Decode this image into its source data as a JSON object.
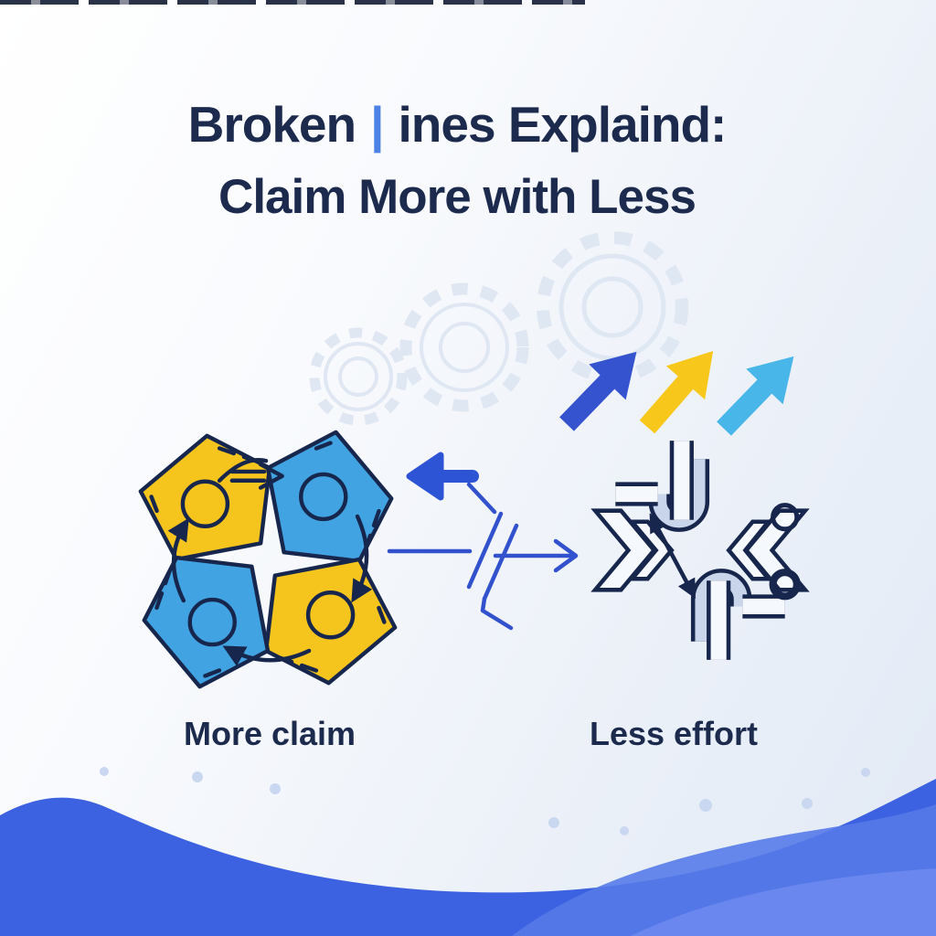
{
  "title": {
    "part1": "Broken",
    "separator": "|",
    "part2": "ines Explaind:",
    "line2": "Claim More with Less"
  },
  "labels": {
    "left": "More claim",
    "right": "Less effort"
  },
  "icons": {
    "pentagon-cycle-icon": "four interlocking yellow/blue pentagons with circular flow arrows",
    "break-line-icon": "technical broken-line symbol with right arrow",
    "back-arrow-icon": "thick blue arrow pointing left",
    "growth-arrows-icon": "three ascending arrows (blue, yellow, light blue)",
    "compress-icon": "inward chevrons with hooked bars meaning less effort",
    "gear-icon": "faint background gear outline",
    "wave-footer": "blue wave shape at bottom",
    "scatter-dots": "small light blue dots above the wave"
  },
  "colors": {
    "navy": "#1c2a4e",
    "outline": "#17264c",
    "titleBar": "#4c82e6",
    "yellow": "#f5c41d",
    "blue": "#41a3e1",
    "royal": "#2e54d6",
    "lineBlue": "#3252cd",
    "arrowBlue": "#3552cf",
    "arrowYellow": "#f8c71c",
    "arrowLight": "#49b6ea",
    "iconFill": "#c9d5ea",
    "iconPale": "#f5f8fd",
    "gear": "#dfe7f2",
    "waveMain": "#3c61e1",
    "waveLight": "#567ae8",
    "waveLighter": "#6d89ee",
    "dot": "#c9d7f0",
    "bgStrip": "#172138"
  }
}
